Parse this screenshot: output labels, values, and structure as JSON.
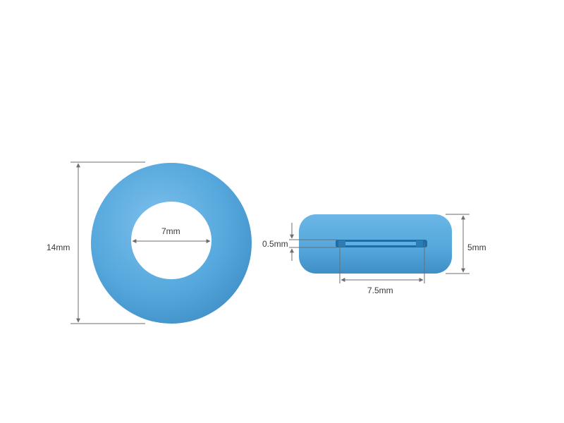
{
  "colors": {
    "product": "#56A8DD",
    "product_shadow": "#3F8FC6",
    "product_highlight": "#7DC0EC",
    "slot": "#1E6EA6",
    "dimension_line": "#6E6E6E",
    "background": "#FFFFFF"
  },
  "ring_front_view": {
    "outer_diameter_label": "14mm",
    "inner_diameter_label": "7mm"
  },
  "ring_side_view": {
    "slot_width_label": "0.5mm",
    "height_label": "5mm",
    "slot_length_label": "7.5mm"
  }
}
